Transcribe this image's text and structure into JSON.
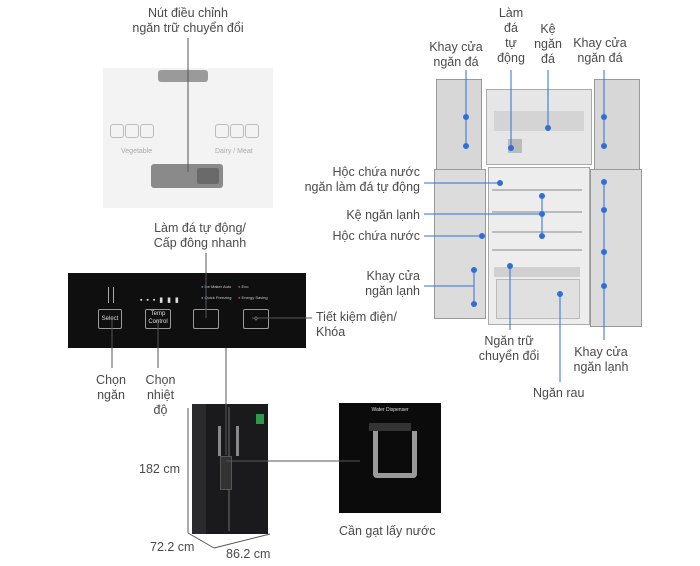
{
  "labels": {
    "convert_knob": [
      "Nút điều chỉnh",
      "ngăn trữ chuyển đổi"
    ],
    "auto_ice": [
      "Làm đá tự động/",
      "Cấp đông nhanh"
    ],
    "select_compartment": [
      "Chọn",
      "ngăn"
    ],
    "select_temp": [
      "Chọn",
      "nhiệt",
      "độ"
    ],
    "eco_lock": [
      "Tiết kiệm điện/",
      "Khóa"
    ],
    "height": "182 cm",
    "depth": "72.2 cm",
    "width": "86.2 cm",
    "water_lever": "Cần gạt lấy nước",
    "ice_tray_door_left": [
      "Khay cửa",
      "ngăn đá"
    ],
    "auto_ice_maker": [
      "Làm",
      "đá",
      "tự",
      "động"
    ],
    "freezer_shelf": [
      "Kệ",
      "ngăn",
      "đá"
    ],
    "ice_tray_door_right": [
      "Khay cửa",
      "ngăn đá"
    ],
    "ice_water_container": [
      "Hộc chứa nước",
      "ngăn làm đá tự động"
    ],
    "fridge_shelf": "Kệ ngăn lạnh",
    "water_container": "Hộc chứa nước",
    "fridge_door_tray_left": [
      "Khay cửa",
      "ngăn lạnh"
    ],
    "convertible_compartment": [
      "Ngăn trữ",
      "chuyển đổi"
    ],
    "fridge_door_tray_right": [
      "Khay cửa",
      "ngăn lạnh"
    ],
    "vegetable_drawer": "Ngăn rau"
  },
  "panel_texts": {
    "vegetable": "Vegetable",
    "dairy_meat": "Dairy / Meat",
    "btn_select": "Select",
    "btn_temp": "Temp Control",
    "ice_maker": "Ice Maker Auto",
    "quick_freeze": "Quick Freezing",
    "eco": "Eco",
    "energy_saving": "Energy Saving",
    "water_dispenser": "Water Dispenser"
  },
  "colors": {
    "accent": "#2f6fd6",
    "text": "#4a4a4a",
    "panel": "#111111"
  }
}
